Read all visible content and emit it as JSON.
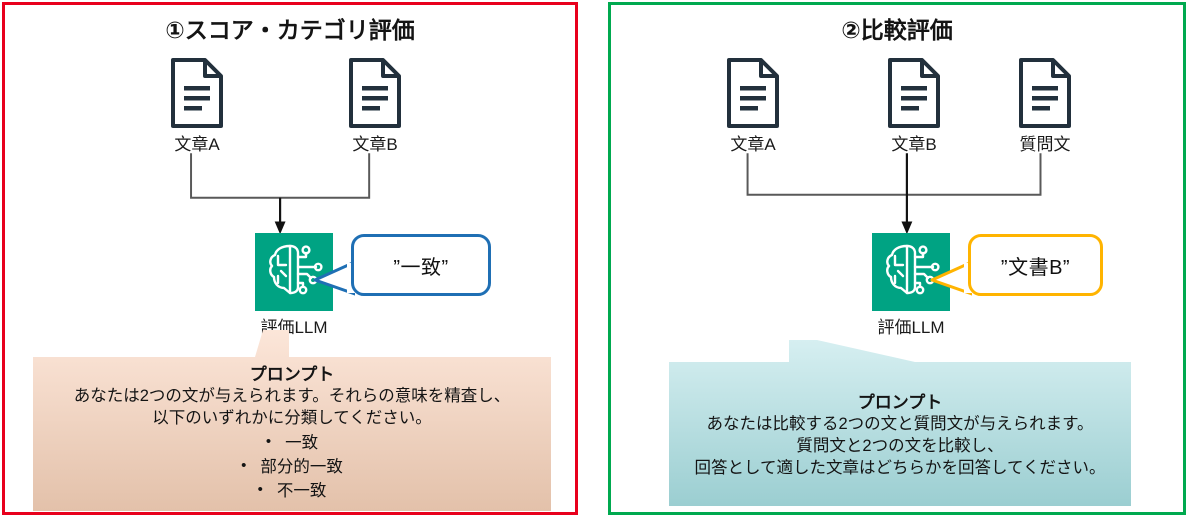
{
  "colors": {
    "left_border": "#E8001C",
    "right_border": "#00A94F",
    "llm_tile": "#00A383",
    "bubble_left_border": "#1F6FB4",
    "bubble_right_border": "#FFB400",
    "prompt_left_fill_top": "#FBE2D3",
    "prompt_left_fill_bottom": "#E5C3AC",
    "prompt_right_fill_top": "#D3EDEF",
    "prompt_right_fill_bottom": "#9CCFD2",
    "connector_line": "#595959",
    "arrow": "#111111"
  },
  "panels": [
    {
      "id": "score-category-evaluation",
      "title": "①スコア・カテゴリ評価",
      "documents": [
        {
          "icon": "document-icon",
          "label": "文章A"
        },
        {
          "icon": "document-icon",
          "label": "文章B"
        }
      ],
      "llm": {
        "icon": "ai-brain-icon",
        "label": "評価LLM"
      },
      "bubble": {
        "text": "”一致”"
      },
      "prompt": {
        "heading": "プロンプト",
        "lines": [
          "あなたは2つの文が与えられます。それらの意味を精査し、",
          "以下のいずれかに分類してください。"
        ],
        "bullets": [
          "一致",
          "部分的一致",
          "不一致"
        ]
      }
    },
    {
      "id": "comparative-evaluation",
      "title": "②比較評価",
      "documents": [
        {
          "icon": "document-icon",
          "label": "文章A"
        },
        {
          "icon": "document-icon",
          "label": "文章B"
        },
        {
          "icon": "document-icon",
          "label": "質問文"
        }
      ],
      "llm": {
        "icon": "ai-brain-icon",
        "label": "評価LLM"
      },
      "bubble": {
        "text": "”文書B”"
      },
      "prompt": {
        "heading": "プロンプト",
        "lines": [
          "あなたは比較する2つの文と質問文が与えられます。",
          "質問文と2つの文を比較し、",
          "回答として適した文章はどちらかを回答してください。"
        ],
        "bullets": []
      }
    }
  ]
}
